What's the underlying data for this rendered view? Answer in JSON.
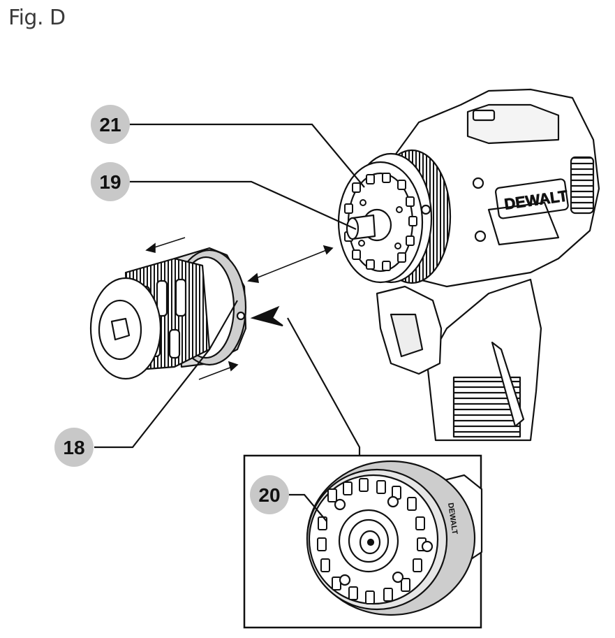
{
  "figure": {
    "title": "Fig. D"
  },
  "callouts": [
    {
      "id": "21",
      "label": "21"
    },
    {
      "id": "19",
      "label": "19"
    },
    {
      "id": "18",
      "label": "18"
    },
    {
      "id": "20",
      "label": "20"
    }
  ],
  "brand": {
    "name": "DEWALT"
  },
  "colors": {
    "callout_fill": "#c8c8c8",
    "line": "#111111",
    "background": "#ffffff"
  }
}
